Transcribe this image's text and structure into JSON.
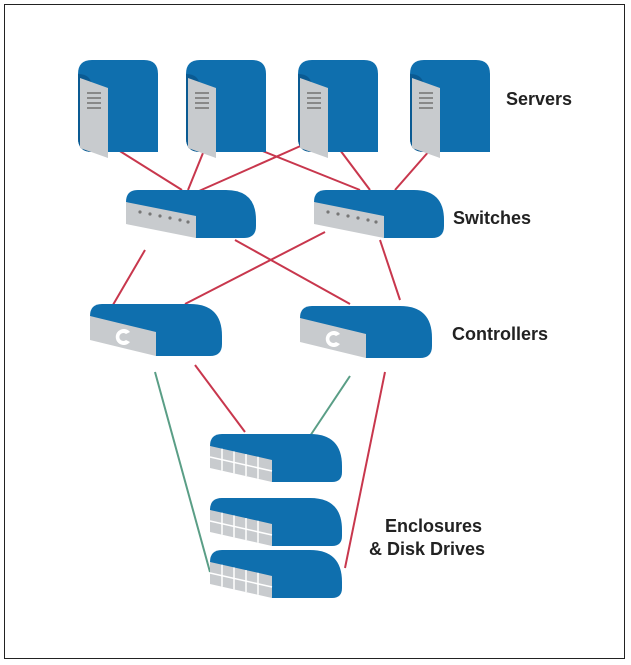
{
  "labels": {
    "servers": "Servers",
    "switches": "Switches",
    "controllers": "Controllers",
    "enclosures_line1": "Enclosures",
    "enclosures_line2": "& Disk Drives"
  },
  "colors": {
    "device_blue": "#0f6fae",
    "device_top": "#0a5a92",
    "device_face": "#c8cbce",
    "link_red": "#c8374d",
    "link_green": "#5a9e86"
  }
}
